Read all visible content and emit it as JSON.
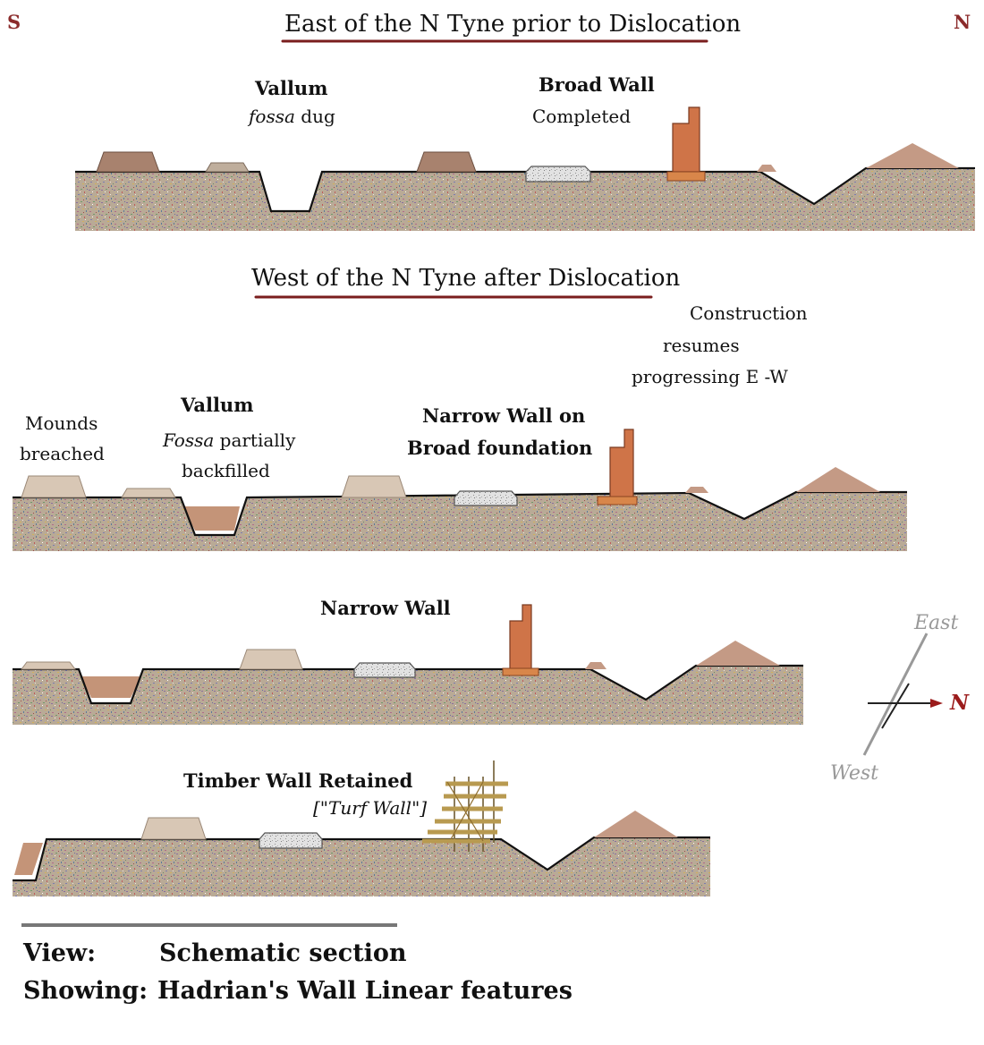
{
  "corner_labels": {
    "south": "S",
    "north": "N"
  },
  "section_titles": {
    "east": "East of the N Tyne prior to Dislocation",
    "west": "West of the N Tyne after Dislocation"
  },
  "section1": {
    "vallum_title": "Vallum",
    "vallum_italic": "fossa",
    "vallum_rest": " dug",
    "broad_wall_title": "Broad Wall",
    "broad_wall_sub": "Completed"
  },
  "section2": {
    "construction_line1": "Construction",
    "construction_line2": "resumes",
    "construction_line3": "progressing E -W",
    "mounds_line1": "Mounds",
    "mounds_line2": "breached",
    "vallum_title": "Vallum",
    "fossa_italic": "Fossa",
    "fossa_rest": " partially",
    "fossa_line2": "backfilled",
    "narrow_line1": "Narrow Wall on",
    "narrow_line2": "Broad foundation"
  },
  "section3": {
    "narrow_wall": "Narrow Wall"
  },
  "section4": {
    "timber_title": "Timber Wall Retained",
    "turf_wall": "[\"Turf Wall\"]"
  },
  "compass": {
    "east": "East",
    "west": "West",
    "north": "N"
  },
  "legend": {
    "view_label": "View:",
    "view_value": "Schematic section",
    "showing_label": "Showing:",
    "showing_value": "Hadrian's Wall Linear features"
  },
  "colors": {
    "ground": "#b7a894",
    "mound": "#a8826e",
    "mound_light": "#d8c7b5",
    "wall": "#cf7448",
    "wall_outline": "#7a3a20",
    "glacis": "#c49a85",
    "fill_earth": "#c49478",
    "rubble": "#d6d6d6",
    "underline": "#7a1e1e",
    "north_arrow": "#9b1b1b"
  }
}
